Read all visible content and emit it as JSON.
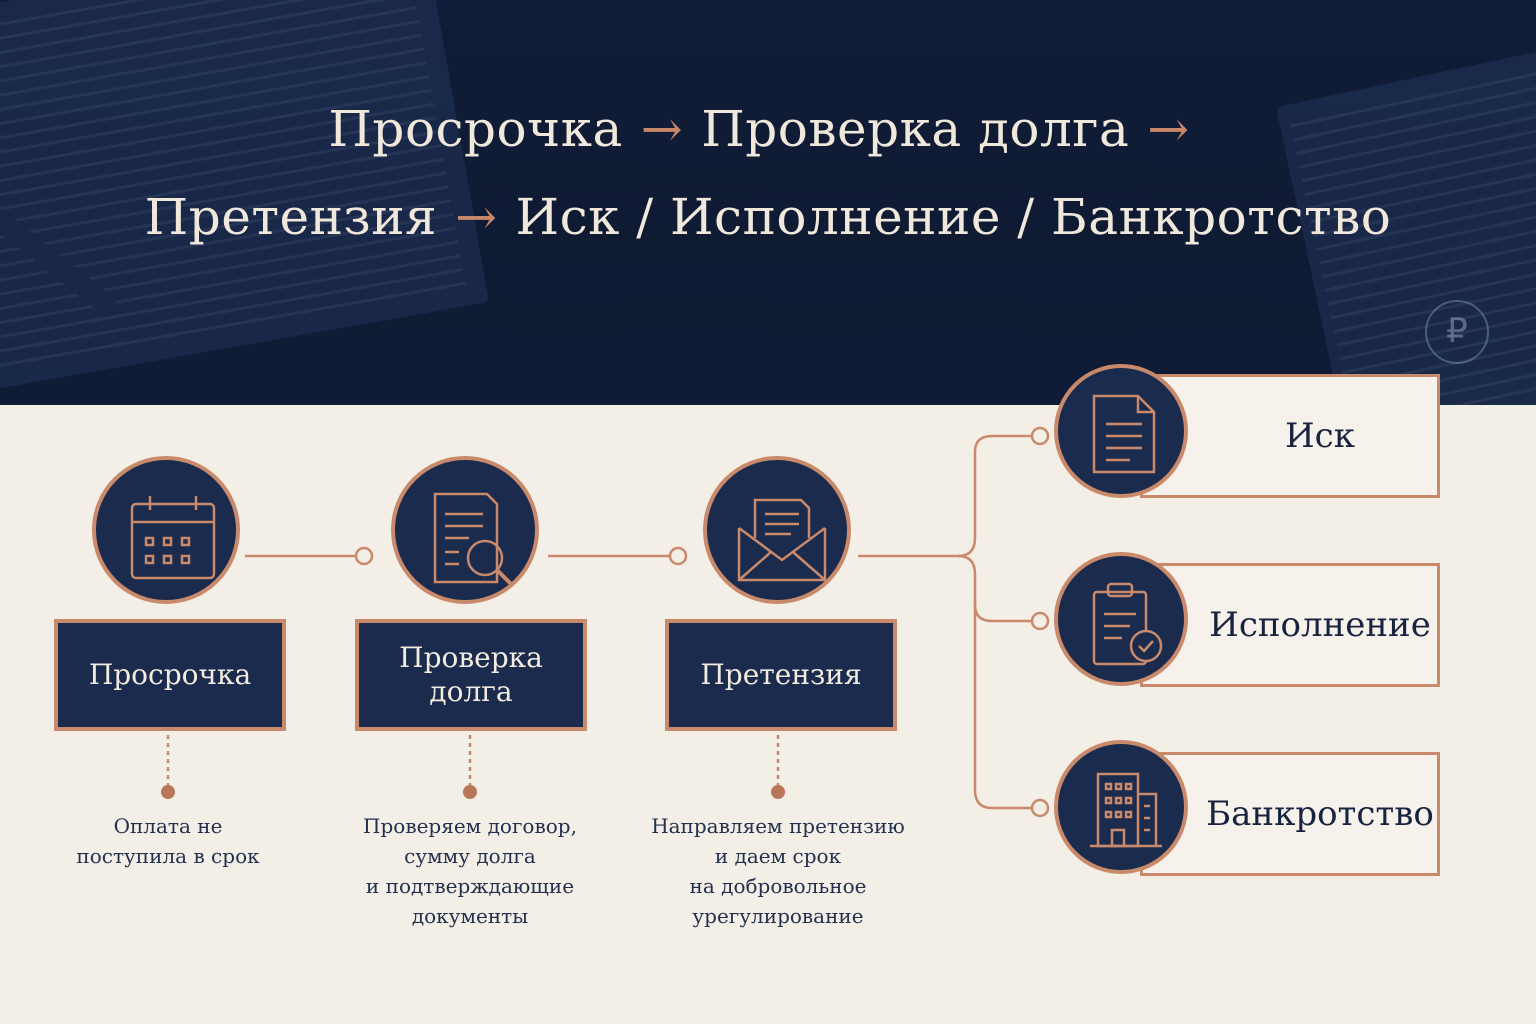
{
  "title": {
    "line1": {
      "a": "Просрочка",
      "b": "Проверка долга"
    },
    "line2": {
      "a": "Претензия",
      "b": "Иск / Исполнение / Банкротство"
    },
    "arrow": "→"
  },
  "background": {
    "ruble_symbol": "₽"
  },
  "steps": [
    {
      "icon": "calendar-icon",
      "label": "Просрочка",
      "desc": [
        "Оплата не",
        "поступила в срок"
      ]
    },
    {
      "icon": "document-search-icon",
      "label_lines": [
        "Проверка",
        "долга"
      ],
      "desc": [
        "Проверяем договор,",
        "сумму долга",
        "и подтверждающие",
        "документы"
      ]
    },
    {
      "icon": "envelope-letter-icon",
      "label": "Претензия",
      "desc": [
        "Направляем претензию",
        "и даем срок",
        "на добровольное",
        "урегулирование"
      ]
    }
  ],
  "outcomes": [
    {
      "icon": "document-icon",
      "label": "Иск"
    },
    {
      "icon": "clipboard-check-icon",
      "label": "Исполнение"
    },
    {
      "icon": "building-icon",
      "label": "Банкротство"
    }
  ],
  "colors": {
    "navy": "#1a2b4d",
    "copper": "#c98a6b",
    "cream": "#f3eee6",
    "hero_bg": "#111d38"
  }
}
